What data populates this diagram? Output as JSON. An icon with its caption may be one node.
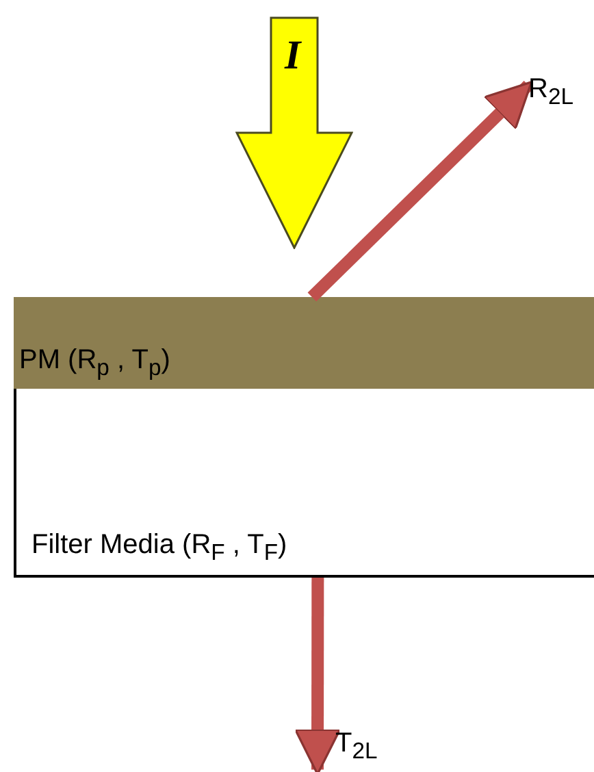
{
  "diagram": {
    "nodes": [
      {
        "text": [
          "I"
        ]
      },
      {
        "text": [
          "PM (R$_{p}$ , T$_{p}$)"
        ]
      },
      {
        "text": [
          "Filter Media (R$_{F}$ , T$_{F}$)"
        ]
      },
      {
        "text": [
          "R$_{2L}$"
        ]
      },
      {
        "text": [
          "T$_{2L}$"
        ]
      }
    ],
    "edges": [
      {
        "from": 1,
        "to": 3,
        "arrow": "to"
      },
      {
        "from": 2,
        "to": 4,
        "arrow": "to"
      }
    ]
  }
}
